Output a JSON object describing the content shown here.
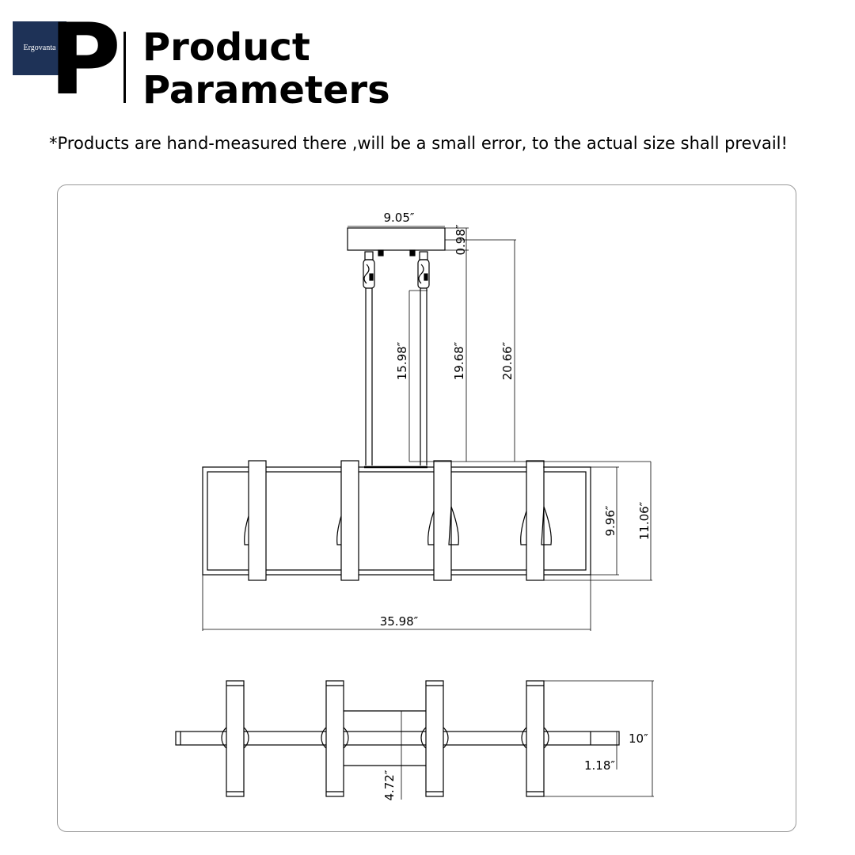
{
  "brand": {
    "name": "Ergovanta"
  },
  "header": {
    "letter": "P",
    "title_line1": "Product",
    "title_line2": "Parameters"
  },
  "note": "*Products are hand-measured there ,will be a small error, to the actual size shall prevail!",
  "dimensions": {
    "canopy_width": "9.05″",
    "canopy_height": "0.98″",
    "rod_length": "15.98″",
    "drop_to_top": "19.68″",
    "overall_drop": "20.66″",
    "frame_height": "9.96″",
    "total_height": "11.06″",
    "total_length": "35.98″",
    "depth": "10″",
    "bar_width": "1.18″",
    "canopy_depth": "4.72″"
  }
}
